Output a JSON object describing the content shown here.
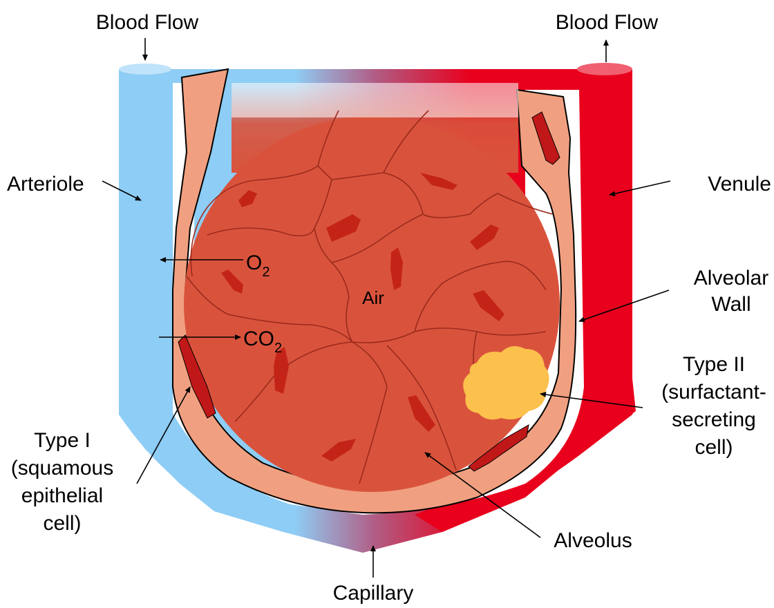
{
  "labels": {
    "blood_flow_left": "Blood Flow",
    "blood_flow_right": "Blood Flow",
    "arteriole": "Arteriole",
    "venule": "Venule",
    "o2_main": "O",
    "o2_sub": "2",
    "co2_main": "CO",
    "co2_sub": "2",
    "air": "Air",
    "alveolar_wall_1": "Alveolar",
    "alveolar_wall_2": "Wall",
    "type2_1": "Type II",
    "type2_2": "(surfactant-",
    "type2_3": "secreting",
    "type2_4": "cell)",
    "type1_1": "Type I",
    "type1_2": "(squamous",
    "type1_3": "epithelial",
    "type1_4": "cell)",
    "alveolus": "Alveolus",
    "capillary": "Capillary"
  },
  "colors": {
    "arteriole_blue": "#8ecdf5",
    "arteriole_cap": "#bfe3fa",
    "venule_red": "#e8001c",
    "venule_cap": "#f06070",
    "capillary_mid": "#b25a82",
    "alveolar_wall": "#f0a080",
    "alveolus_fill": "#d9533c",
    "cell_dark": "#c42418",
    "type1_cell": "#c01818",
    "type2_cell": "#fcc04c",
    "cell_lines": "#9c2a1c"
  }
}
